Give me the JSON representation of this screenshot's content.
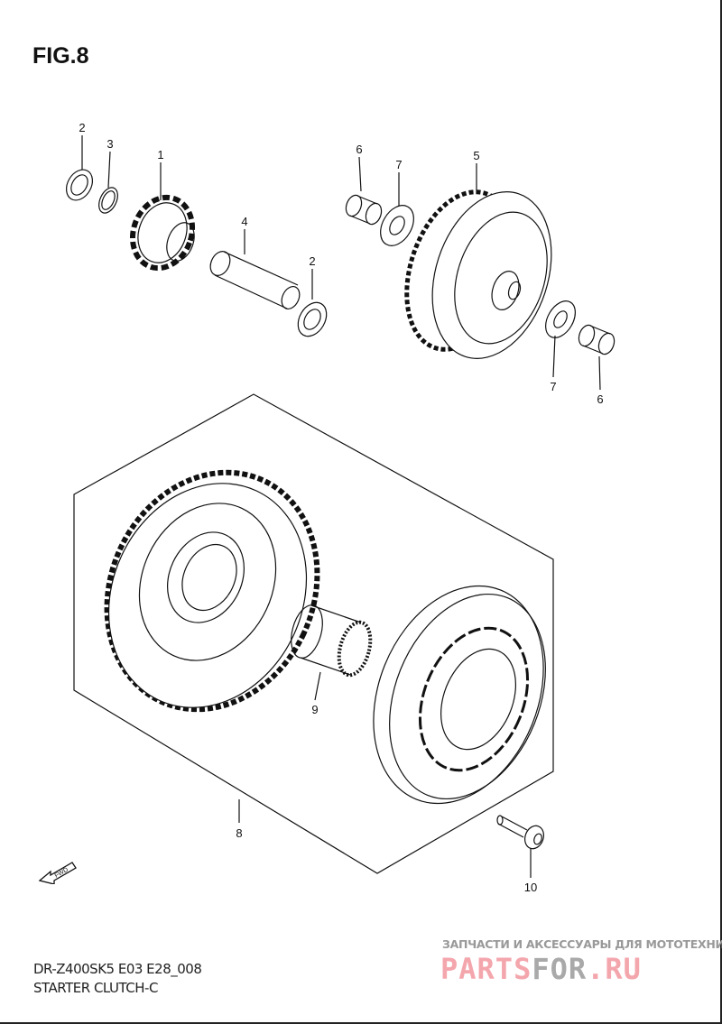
{
  "figure": {
    "title": "FIG.8"
  },
  "callouts": {
    "c2a": "2",
    "c3": "3",
    "c1": "1",
    "c4": "4",
    "c2b": "2",
    "c6a": "6",
    "c7a": "7",
    "c5": "5",
    "c7b": "7",
    "c6b": "6",
    "c8": "8",
    "c9": "9",
    "c10": "10"
  },
  "fwd_label": "FWD",
  "caption": {
    "model": "DR-Z400SK5 E03 E28_008",
    "name": "STARTER CLUTCH-C"
  },
  "watermark": {
    "tagline": "ЗАПЧАСТИ И АКСЕССУАРЫ ДЛЯ МОТОТЕХНИКИ",
    "logo_part1": "PARTS",
    "logo_part2": "FOR",
    "logo_part3": ".RU"
  },
  "colors": {
    "line": "#111111",
    "watermark_pink": "#f4a6ad",
    "watermark_gray": "#a9a9a9"
  }
}
